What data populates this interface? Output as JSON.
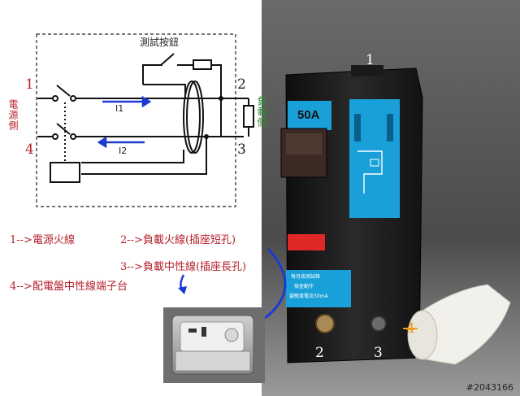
{
  "diagram": {
    "test_button_label": "測試按鈕",
    "source_side_label": "電源側",
    "load_side_label": "負載側",
    "terminal_1": "1",
    "terminal_2": "2",
    "terminal_3": "3",
    "terminal_4": "4",
    "current_i1": "I1",
    "current_i2": "I2"
  },
  "legend": {
    "item_1": "1-->電源火線",
    "item_2": "2-->負載火線(插座短孔)",
    "item_3": "3-->負載中性線(插座長孔)",
    "item_4": "4-->配電盤中性線端子台"
  },
  "photo": {
    "rating_label": "50A",
    "terminal_1": "1",
    "terminal_2": "2",
    "terminal_3": "3",
    "terminal_4": "4",
    "label_line_1": "每月按測試鈕",
    "label_line_2": "檢查動作",
    "label_line_3": "靈敏度電流30mA"
  },
  "watermark": "#2043166",
  "colors": {
    "red_text": "#b4202a",
    "green_text": "#2f8a2f",
    "arrow_blue": "#1b3bd0",
    "breaker_blue": "#1aa0d8",
    "breaker_body": "#1c1c1c",
    "background_right": "#5a5a5a"
  }
}
